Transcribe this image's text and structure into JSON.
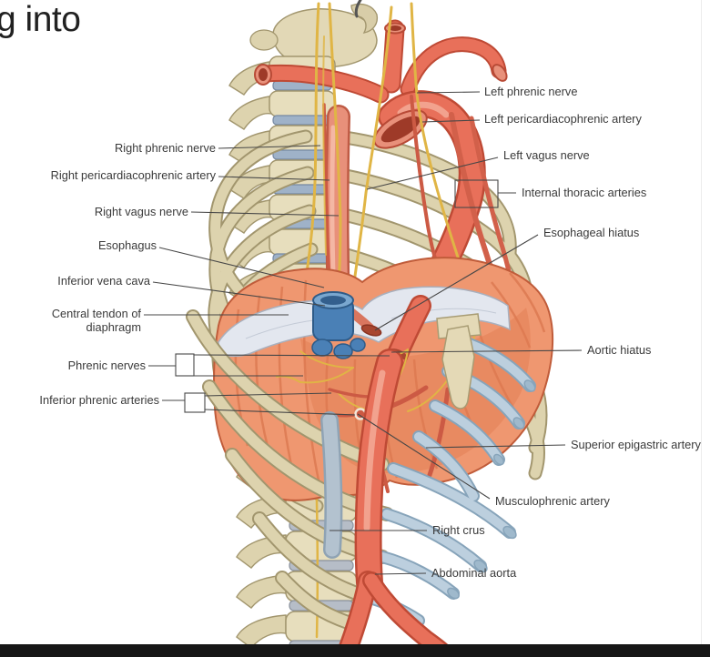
{
  "slide": {
    "title_fragment": "g into"
  },
  "figure": {
    "type": "anatomical-diagram",
    "subject": "Diaphragm with thoracic vessels and nerves, anterior view",
    "labels": [
      {
        "text": "Right phrenic nerve"
      },
      {
        "text": "Right pericardiacophrenic artery"
      },
      {
        "text": "Right vagus nerve"
      },
      {
        "text": "Esophagus"
      },
      {
        "text": "Inferior vena cava"
      },
      {
        "text": "Central tendon of diaphragm"
      },
      {
        "text": "Phrenic nerves"
      },
      {
        "text": "Inferior phrenic arteries"
      },
      {
        "text": "Left phrenic nerve"
      },
      {
        "text": "Left pericardiacophrenic artery"
      },
      {
        "text": "Left vagus nerve"
      },
      {
        "text": "Internal thoracic arteries"
      },
      {
        "text": "Esophageal hiatus"
      },
      {
        "text": "Aortic hiatus"
      },
      {
        "text": "Superior epigastric artery"
      },
      {
        "text": "Musculophrenic artery"
      },
      {
        "text": "Right crus"
      },
      {
        "text": "Abdominal aorta"
      }
    ],
    "colors": {
      "bone": "#ddd3ae",
      "bone_outline": "#a2966e",
      "disc": "#9fb2c8",
      "artery": "#e8705a",
      "artery_outline": "#bf4a35",
      "nerve": "#e0b545",
      "vein": "#4a80b6",
      "muscle": "#ef9770",
      "central_tendon": "#e3e7ef",
      "cartilage": "#bccfde",
      "leader_line": "#474747",
      "bottom_bar": "#161616"
    }
  }
}
